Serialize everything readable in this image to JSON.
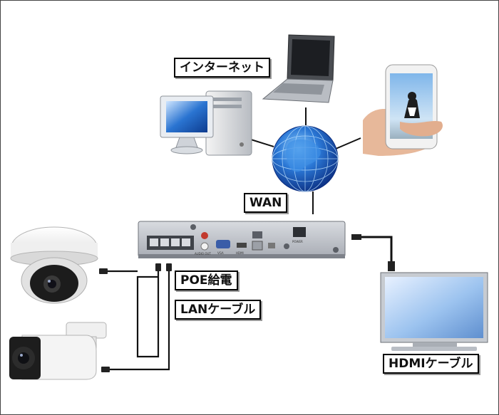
{
  "labels": {
    "internet": "インターネット",
    "wan": "WAN",
    "poe": "POE給電",
    "lan": "LANケーブル",
    "hdmi": "HDMIケーブル"
  },
  "nvr_port_labels": {
    "audio": "AUDIO OUT",
    "vga": "VGA",
    "hdmi": "HDMI",
    "power": "POWER"
  },
  "colors": {
    "cable": "#111111",
    "globe": "#1f5fb8",
    "screen": "#2d6fc8",
    "device_grey": "#c9ccd2"
  }
}
